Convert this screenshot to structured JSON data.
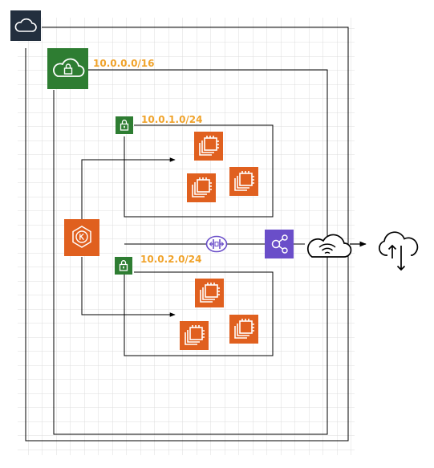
{
  "diagram": {
    "vpc": {
      "cidr": "10.0.0.0/16",
      "icon": "vpc-cloud-lock-icon"
    },
    "subnets": [
      {
        "cidr": "10.0.1.0/24",
        "icon": "subnet-lock-icon",
        "instances": 3
      },
      {
        "cidr": "10.0.2.0/24",
        "icon": "subnet-lock-icon",
        "instances": 3
      }
    ],
    "icons": {
      "aws_cloud": "aws-cloud-icon",
      "eks": "eks-kubernetes-icon",
      "ec2": "ec2-instance-icon",
      "vpc_endpoint": "vpc-endpoint-icon",
      "nat_gateway": "nat-gateway-icon",
      "internet_gateway": "internet-gateway-icon",
      "internet": "internet-upload-download-icon"
    },
    "colors": {
      "vpc_green": "#2e7d32",
      "ec2_orange": "#e0601f",
      "endpoint_purple": "#6a4ec9",
      "cidr_label": "#f0a32b",
      "aws_dark": "#232f3e"
    }
  }
}
